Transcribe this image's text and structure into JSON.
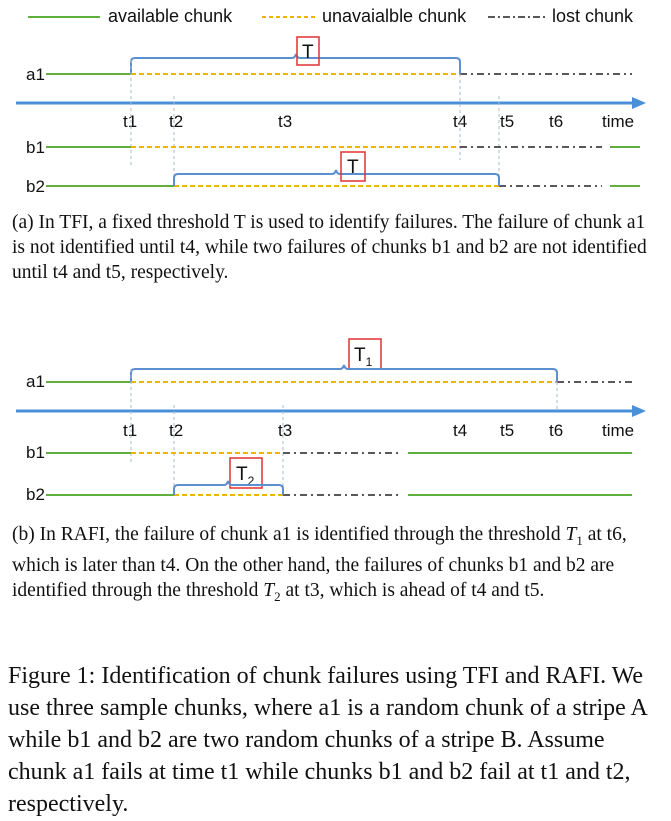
{
  "legend": {
    "available": "available chunk",
    "unavailable": "unavaialble chunk",
    "lost": "lost chunk"
  },
  "panel_a": {
    "rows": [
      "a1",
      "b1",
      "b2"
    ],
    "ticks": [
      "t1",
      "t2",
      "t3",
      "t4",
      "t5",
      "t6",
      "time"
    ],
    "threshold_label": "T",
    "caption": "(a) In TFI, a fixed threshold T is used to identify failures. The failure of chunk a1 is not identified until t4, while two failures of chunks b1 and b2 are not identified until t4 and t5, respectively."
  },
  "panel_b": {
    "rows": [
      "a1",
      "b1",
      "b2"
    ],
    "ticks": [
      "t1",
      "t2",
      "t3",
      "t4",
      "t5",
      "t6",
      "time"
    ],
    "threshold1_label": "T",
    "threshold1_sub": "1",
    "threshold2_label": "T",
    "threshold2_sub": "2",
    "caption_p1": "(b) In RAFI, the failure of chunk a1 is identified through the threshold ",
    "caption_t1": "T",
    "caption_t1_sub": "1",
    "caption_p2": " at t6, which is later than t4. On the other hand, the failures of chunks b1 and b2 are identified through the threshold ",
    "caption_t2": "T",
    "caption_t2_sub": "2",
    "caption_p3": " at t3, which is ahead of t4 and t5."
  },
  "figure_caption": "Figure 1: Identification of chunk failures using TFI and RAFI. We use three sample chunks, where a1 is a random chunk of a stripe A while b1 and b2 are two random chunks of a stripe B. Assume chunk a1 fails at time t1 while chunks b1 and b2 fail at t1 and t2, respectively.",
  "colors": {
    "available": "#5fae3e",
    "unavailable": "#f0b400",
    "lost": "#222222",
    "axis": "#4a90d9",
    "threshold_bracket": "#5b8fd0",
    "threshold_box": "#e23030"
  }
}
